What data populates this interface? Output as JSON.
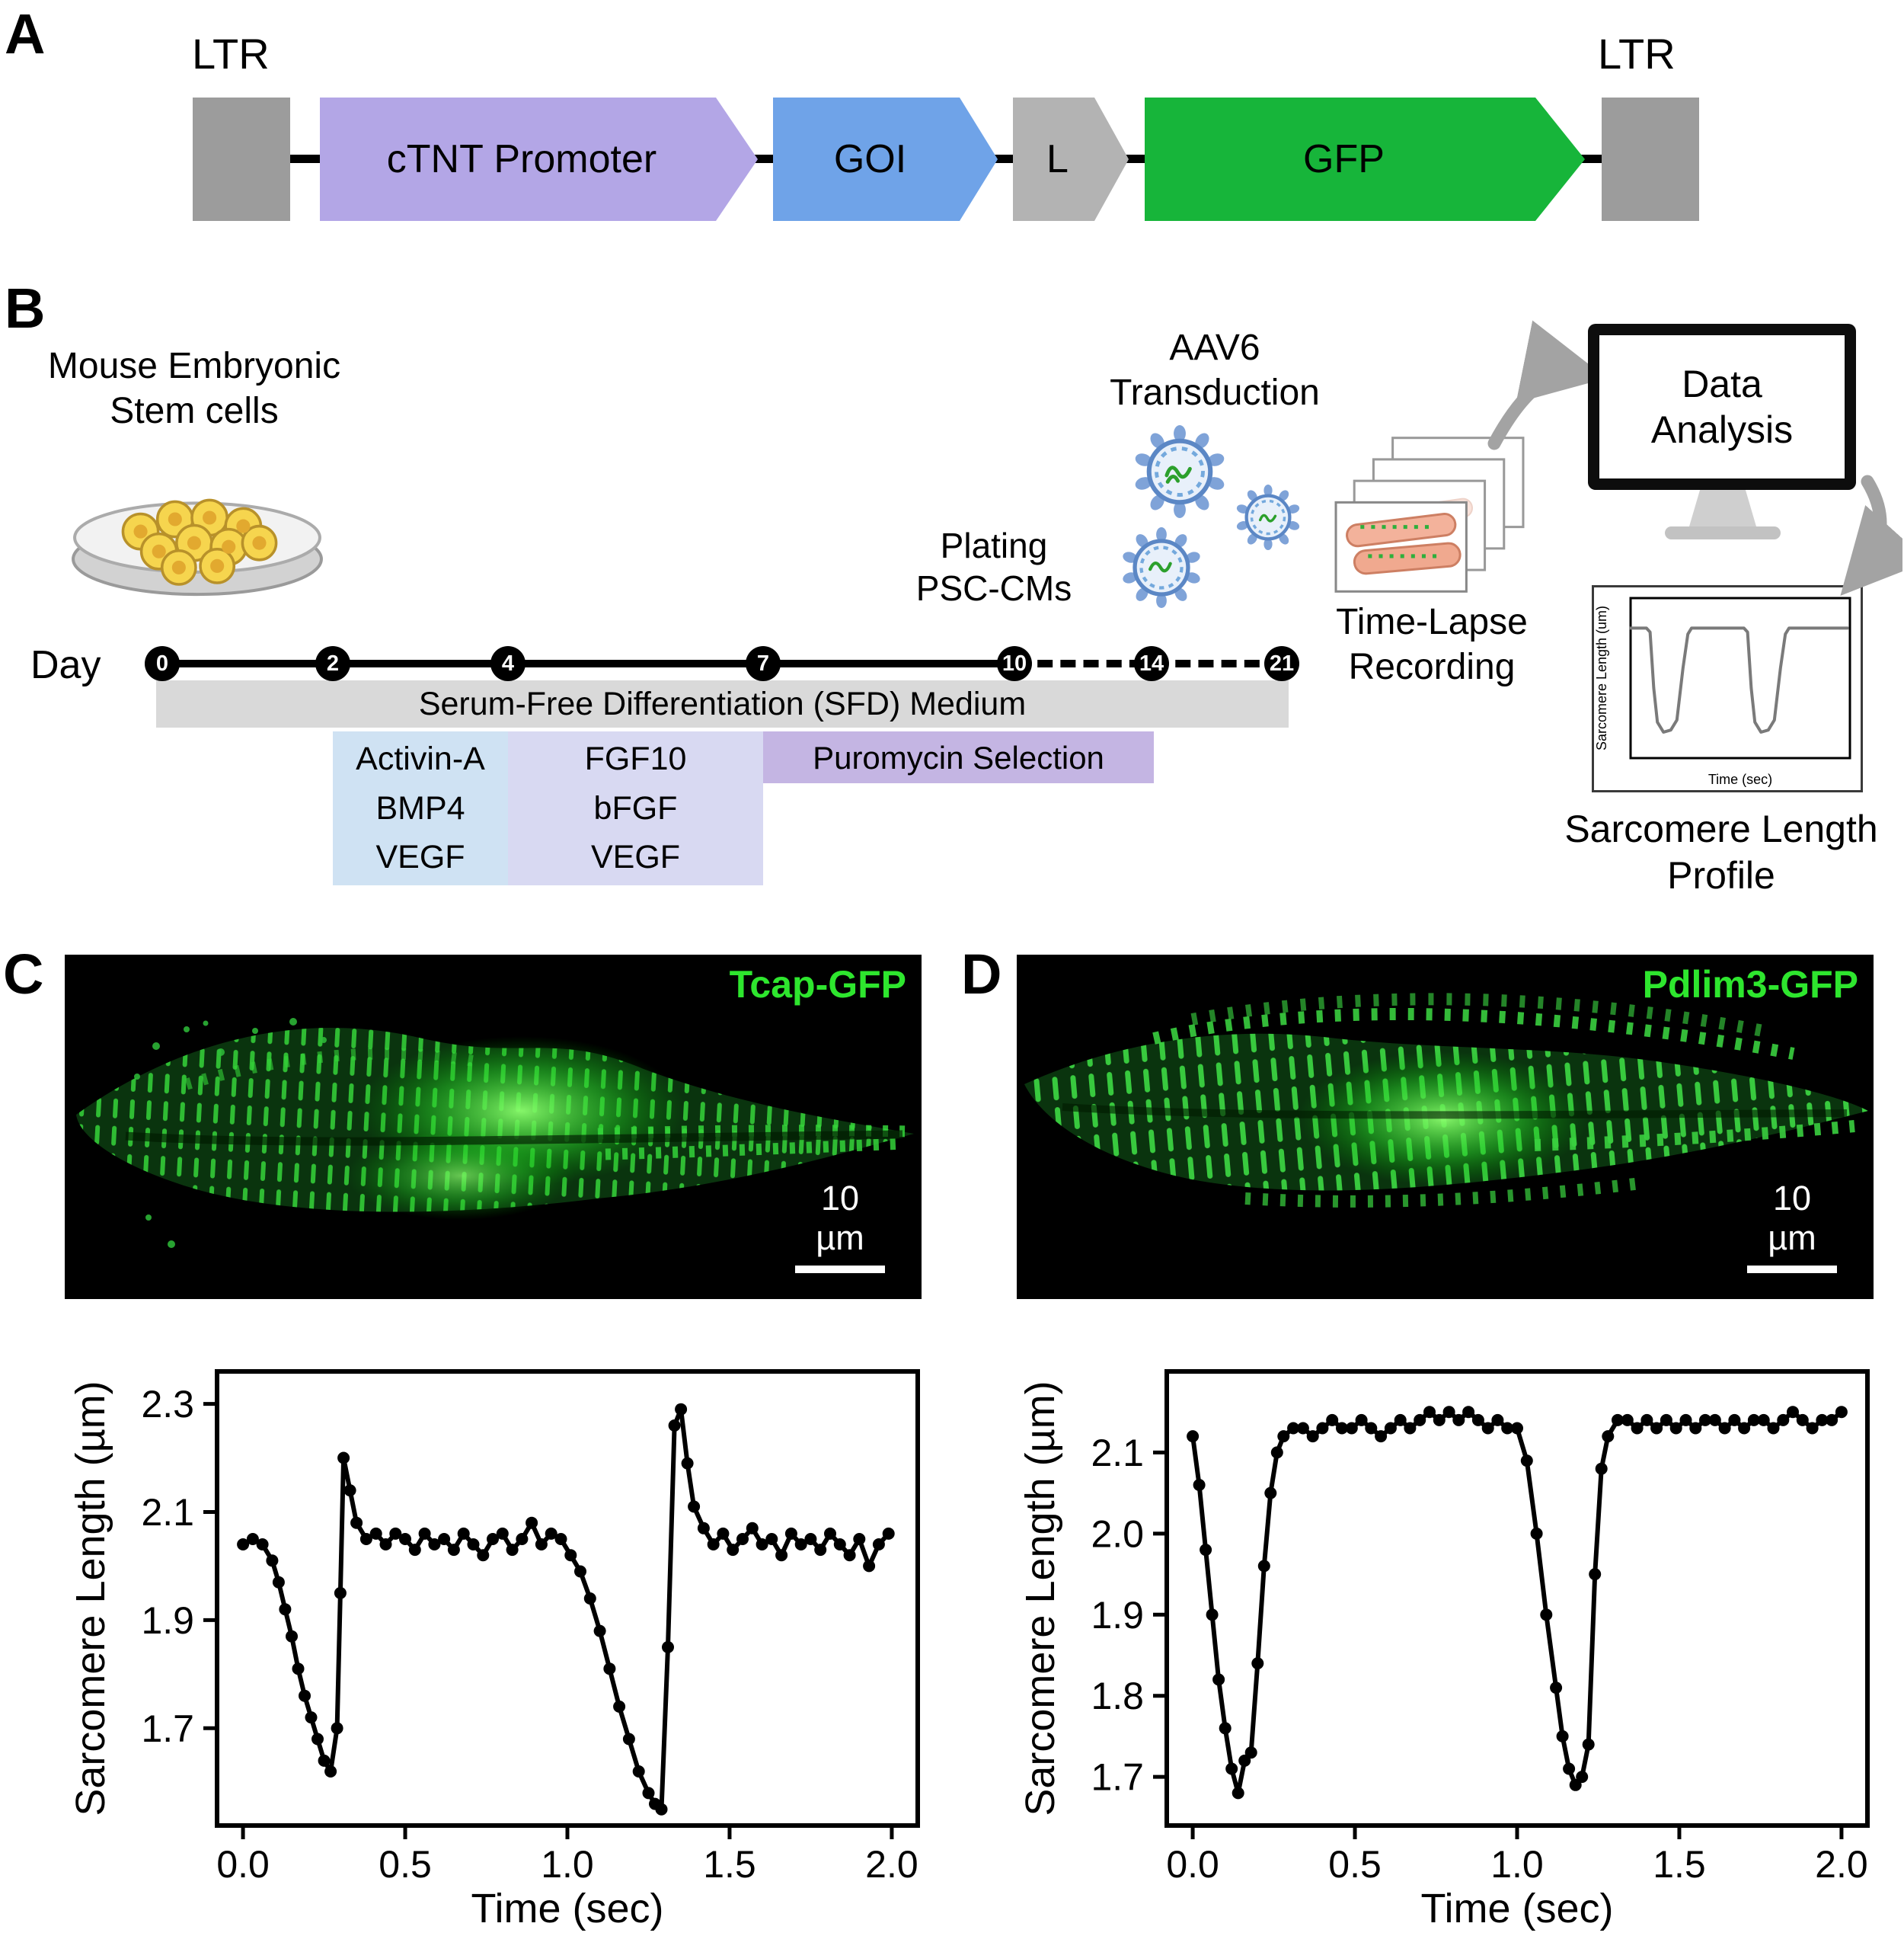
{
  "figure": {
    "panel_a": {
      "label": "A",
      "ltr_left": "LTR",
      "ltr_right": "LTR",
      "elements": [
        {
          "label": "cTNT Promoter"
        },
        {
          "label": "GOI"
        },
        {
          "label": "L"
        },
        {
          "label": "GFP"
        }
      ]
    },
    "panel_b": {
      "label": "B",
      "stem_cells": {
        "line1": "Mouse Embryonic",
        "line2": "Stem cells"
      },
      "day_label": "Day",
      "days": [
        "0",
        "2",
        "4",
        "7",
        "10",
        "14",
        "21"
      ],
      "sfd_label": "Serum-Free Differentiation (SFD) Medium",
      "factors_stage1": [
        "Activin-A",
        "BMP4",
        "VEGF"
      ],
      "factors_stage2": [
        "FGF10",
        "bFGF",
        "VEGF"
      ],
      "puromycin_label": "Puromycin Selection",
      "plating": {
        "line1": "Plating",
        "line2": "PSC-CMs"
      },
      "aav6": {
        "line1": "AAV6",
        "line2": "Transduction"
      },
      "timelapse": {
        "line1": "Time-Lapse",
        "line2": "Recording"
      },
      "data_analysis": {
        "line1": "Data",
        "line2": "Analysis"
      },
      "profile_caption": {
        "line1": "Sarcomere Length",
        "line2": "Profile"
      }
    },
    "panel_c": {
      "label": "C",
      "image_label": "Tcap-GFP",
      "scale_bar_label": "10 µm"
    },
    "panel_d": {
      "label": "D",
      "image_label": "Pdlim3-GFP",
      "scale_bar_label": "10 µm"
    }
  },
  "colors": {
    "promoter_arrow": "#b3a6e6",
    "goi_arrow": "#6fa3e8",
    "linker_arrow": "#b3b3b3",
    "gfp_arrow": "#17b53a",
    "ltr_box": "#9c9c9c",
    "sfd_bar": "#d9d9d9",
    "stage1_box": "#cfe2f3",
    "stage2_box": "#d8d9f2",
    "puromycin_box": "#c4b5e3",
    "image_label_green": "#2ee62e",
    "trace_color": "#000000",
    "schematic_trace": "#7a7a7a"
  },
  "chart_data": [
    {
      "type": "line",
      "name": "Tcap-GFP sarcomere length trace",
      "title": "",
      "xlabel": "Time (sec)",
      "ylabel": "Sarcomere Length (µm)",
      "xlim": [
        -0.08,
        2.08
      ],
      "ylim": [
        1.52,
        2.36
      ],
      "xticks": [
        0.0,
        0.5,
        1.0,
        1.5,
        2.0
      ],
      "yticks": [
        1.7,
        1.9,
        2.1,
        2.3
      ],
      "legend": "none",
      "grid": false,
      "points": [
        [
          0.0,
          2.04
        ],
        [
          0.03,
          2.05
        ],
        [
          0.06,
          2.04
        ],
        [
          0.09,
          2.01
        ],
        [
          0.11,
          1.97
        ],
        [
          0.13,
          1.92
        ],
        [
          0.15,
          1.87
        ],
        [
          0.17,
          1.81
        ],
        [
          0.19,
          1.76
        ],
        [
          0.21,
          1.72
        ],
        [
          0.23,
          1.68
        ],
        [
          0.25,
          1.64
        ],
        [
          0.27,
          1.62
        ],
        [
          0.29,
          1.7
        ],
        [
          0.3,
          1.95
        ],
        [
          0.31,
          2.2
        ],
        [
          0.33,
          2.14
        ],
        [
          0.35,
          2.08
        ],
        [
          0.38,
          2.05
        ],
        [
          0.41,
          2.06
        ],
        [
          0.44,
          2.04
        ],
        [
          0.47,
          2.06
        ],
        [
          0.5,
          2.05
        ],
        [
          0.53,
          2.03
        ],
        [
          0.56,
          2.06
        ],
        [
          0.59,
          2.04
        ],
        [
          0.62,
          2.05
        ],
        [
          0.65,
          2.03
        ],
        [
          0.68,
          2.06
        ],
        [
          0.71,
          2.04
        ],
        [
          0.74,
          2.02
        ],
        [
          0.77,
          2.05
        ],
        [
          0.8,
          2.06
        ],
        [
          0.83,
          2.03
        ],
        [
          0.86,
          2.05
        ],
        [
          0.89,
          2.08
        ],
        [
          0.92,
          2.04
        ],
        [
          0.95,
          2.06
        ],
        [
          0.98,
          2.05
        ],
        [
          1.01,
          2.02
        ],
        [
          1.04,
          1.99
        ],
        [
          1.07,
          1.94
        ],
        [
          1.1,
          1.88
        ],
        [
          1.13,
          1.81
        ],
        [
          1.16,
          1.74
        ],
        [
          1.19,
          1.68
        ],
        [
          1.22,
          1.62
        ],
        [
          1.25,
          1.58
        ],
        [
          1.27,
          1.56
        ],
        [
          1.29,
          1.55
        ],
        [
          1.31,
          1.85
        ],
        [
          1.33,
          2.26
        ],
        [
          1.35,
          2.29
        ],
        [
          1.37,
          2.19
        ],
        [
          1.39,
          2.11
        ],
        [
          1.42,
          2.07
        ],
        [
          1.45,
          2.04
        ],
        [
          1.48,
          2.06
        ],
        [
          1.51,
          2.03
        ],
        [
          1.54,
          2.05
        ],
        [
          1.57,
          2.07
        ],
        [
          1.6,
          2.04
        ],
        [
          1.63,
          2.05
        ],
        [
          1.66,
          2.02
        ],
        [
          1.69,
          2.06
        ],
        [
          1.72,
          2.04
        ],
        [
          1.75,
          2.05
        ],
        [
          1.78,
          2.03
        ],
        [
          1.81,
          2.06
        ],
        [
          1.84,
          2.04
        ],
        [
          1.87,
          2.02
        ],
        [
          1.9,
          2.05
        ],
        [
          1.93,
          2.0
        ],
        [
          1.96,
          2.04
        ],
        [
          1.99,
          2.06
        ]
      ]
    },
    {
      "type": "line",
      "name": "Pdlim3-GFP sarcomere length trace",
      "title": "",
      "xlabel": "Time (sec)",
      "ylabel": "Sarcomere Length (µm)",
      "xlim": [
        -0.08,
        2.08
      ],
      "ylim": [
        1.64,
        2.2
      ],
      "xticks": [
        0.0,
        0.5,
        1.0,
        1.5,
        2.0
      ],
      "yticks": [
        1.7,
        1.8,
        1.9,
        2.0,
        2.1
      ],
      "legend": "none",
      "grid": false,
      "points": [
        [
          0.0,
          2.12
        ],
        [
          0.02,
          2.06
        ],
        [
          0.04,
          1.98
        ],
        [
          0.06,
          1.9
        ],
        [
          0.08,
          1.82
        ],
        [
          0.1,
          1.76
        ],
        [
          0.12,
          1.71
        ],
        [
          0.14,
          1.68
        ],
        [
          0.16,
          1.72
        ],
        [
          0.18,
          1.73
        ],
        [
          0.2,
          1.84
        ],
        [
          0.22,
          1.96
        ],
        [
          0.24,
          2.05
        ],
        [
          0.26,
          2.1
        ],
        [
          0.28,
          2.12
        ],
        [
          0.31,
          2.13
        ],
        [
          0.34,
          2.13
        ],
        [
          0.37,
          2.12
        ],
        [
          0.4,
          2.13
        ],
        [
          0.43,
          2.14
        ],
        [
          0.46,
          2.13
        ],
        [
          0.49,
          2.13
        ],
        [
          0.52,
          2.14
        ],
        [
          0.55,
          2.13
        ],
        [
          0.58,
          2.12
        ],
        [
          0.61,
          2.13
        ],
        [
          0.64,
          2.14
        ],
        [
          0.67,
          2.13
        ],
        [
          0.7,
          2.14
        ],
        [
          0.73,
          2.15
        ],
        [
          0.76,
          2.14
        ],
        [
          0.79,
          2.15
        ],
        [
          0.82,
          2.14
        ],
        [
          0.85,
          2.15
        ],
        [
          0.88,
          2.14
        ],
        [
          0.91,
          2.13
        ],
        [
          0.94,
          2.14
        ],
        [
          0.97,
          2.13
        ],
        [
          1.0,
          2.13
        ],
        [
          1.03,
          2.09
        ],
        [
          1.06,
          2.0
        ],
        [
          1.09,
          1.9
        ],
        [
          1.12,
          1.81
        ],
        [
          1.14,
          1.75
        ],
        [
          1.16,
          1.71
        ],
        [
          1.18,
          1.69
        ],
        [
          1.2,
          1.7
        ],
        [
          1.22,
          1.74
        ],
        [
          1.24,
          1.95
        ],
        [
          1.26,
          2.08
        ],
        [
          1.28,
          2.12
        ],
        [
          1.31,
          2.14
        ],
        [
          1.34,
          2.14
        ],
        [
          1.37,
          2.13
        ],
        [
          1.4,
          2.14
        ],
        [
          1.43,
          2.13
        ],
        [
          1.46,
          2.14
        ],
        [
          1.49,
          2.13
        ],
        [
          1.52,
          2.14
        ],
        [
          1.55,
          2.13
        ],
        [
          1.58,
          2.14
        ],
        [
          1.61,
          2.14
        ],
        [
          1.64,
          2.13
        ],
        [
          1.67,
          2.14
        ],
        [
          1.7,
          2.13
        ],
        [
          1.73,
          2.14
        ],
        [
          1.76,
          2.14
        ],
        [
          1.79,
          2.13
        ],
        [
          1.82,
          2.14
        ],
        [
          1.85,
          2.15
        ],
        [
          1.88,
          2.14
        ],
        [
          1.91,
          2.13
        ],
        [
          1.94,
          2.14
        ],
        [
          1.97,
          2.14
        ],
        [
          2.0,
          2.15
        ]
      ]
    },
    {
      "type": "line",
      "name": "Schematic sarcomere length profile",
      "title": "",
      "xlabel": "Time (sec)",
      "ylabel": "Sarcomere Length (um)",
      "xlim": [
        0,
        1.8
      ],
      "ylim": [
        1.45,
        2.25
      ],
      "xticks": [],
      "yticks": [],
      "legend": "none",
      "grid": false,
      "points": [
        [
          0.0,
          2.1
        ],
        [
          0.13,
          2.1
        ],
        [
          0.16,
          2.08
        ],
        [
          0.19,
          1.8
        ],
        [
          0.22,
          1.63
        ],
        [
          0.27,
          1.58
        ],
        [
          0.33,
          1.59
        ],
        [
          0.38,
          1.64
        ],
        [
          0.43,
          1.9
        ],
        [
          0.47,
          2.07
        ],
        [
          0.5,
          2.1
        ],
        [
          0.93,
          2.1
        ],
        [
          0.96,
          2.08
        ],
        [
          0.99,
          1.8
        ],
        [
          1.02,
          1.63
        ],
        [
          1.07,
          1.58
        ],
        [
          1.13,
          1.59
        ],
        [
          1.18,
          1.64
        ],
        [
          1.23,
          1.9
        ],
        [
          1.27,
          2.07
        ],
        [
          1.3,
          2.1
        ],
        [
          1.78,
          2.1
        ]
      ]
    }
  ]
}
